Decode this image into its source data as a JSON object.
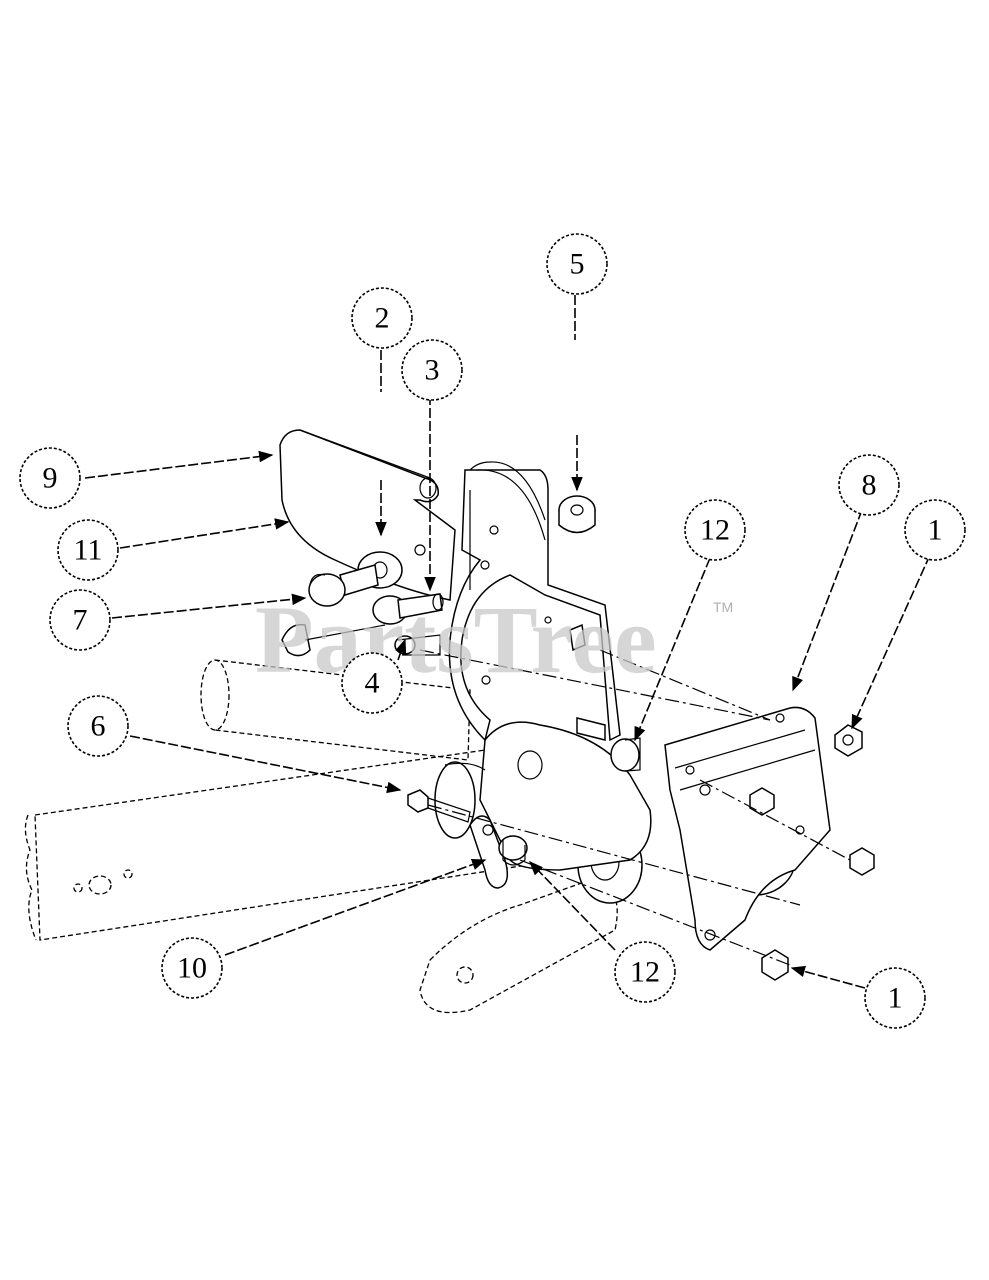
{
  "watermark": {
    "brand": "PartsTree",
    "trademark": "TM"
  },
  "callouts": {
    "c1_top": "1",
    "c1_bottom": "1",
    "c2": "2",
    "c3": "3",
    "c4": "4",
    "c5": "5",
    "c6": "6",
    "c7": "7",
    "c8": "8",
    "c9": "9",
    "c10": "10",
    "c11": "11",
    "c12_top": "12",
    "c12_bottom": "12"
  },
  "colors": {
    "line": "#000000",
    "background": "#ffffff",
    "watermark": "#c8c8c8"
  }
}
